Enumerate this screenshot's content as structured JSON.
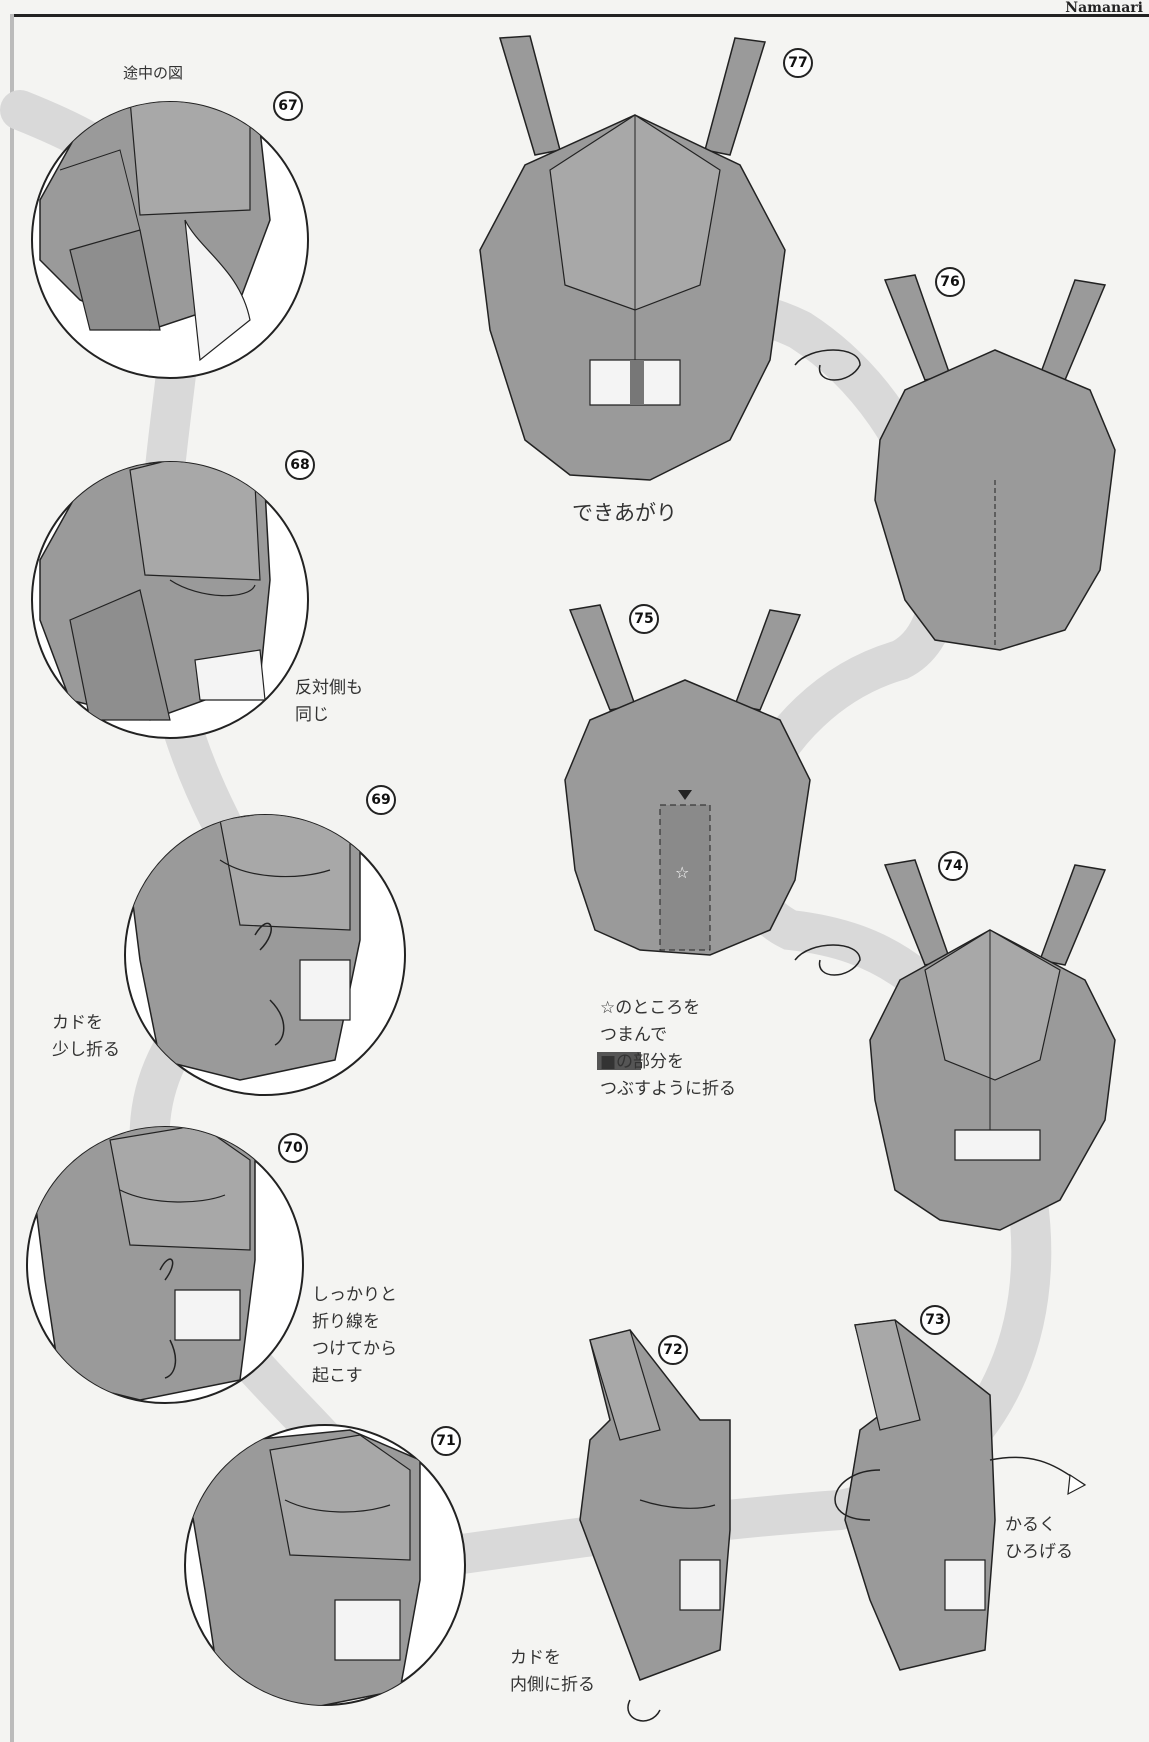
{
  "header": {
    "title": "Namanari"
  },
  "steps": [
    {
      "id": "67",
      "number": "67",
      "caption": "途中の図"
    },
    {
      "id": "68",
      "number": "68",
      "note": "反対側も\n同じ"
    },
    {
      "id": "69",
      "number": "69",
      "note": "カドを\n少し折る"
    },
    {
      "id": "70",
      "number": "70",
      "note": "しっかりと\n折り線を\nつけてから\n起こす"
    },
    {
      "id": "71",
      "number": "71"
    },
    {
      "id": "72",
      "number": "72",
      "note": "カドを\n内側に折る"
    },
    {
      "id": "73",
      "number": "73",
      "note": "かるく\nひろげる"
    },
    {
      "id": "74",
      "number": "74"
    },
    {
      "id": "75",
      "number": "75",
      "note": "☆のところを\nつまんで\n■の部分を\nつぶすように折る"
    },
    {
      "id": "76",
      "number": "76"
    },
    {
      "id": "77",
      "number": "77",
      "caption": "できあがり"
    }
  ],
  "colors": {
    "paper": "#9a9a9a",
    "paper_light": "#b8b8b8",
    "line": "#222222",
    "path_band": "#d6d6d6"
  }
}
